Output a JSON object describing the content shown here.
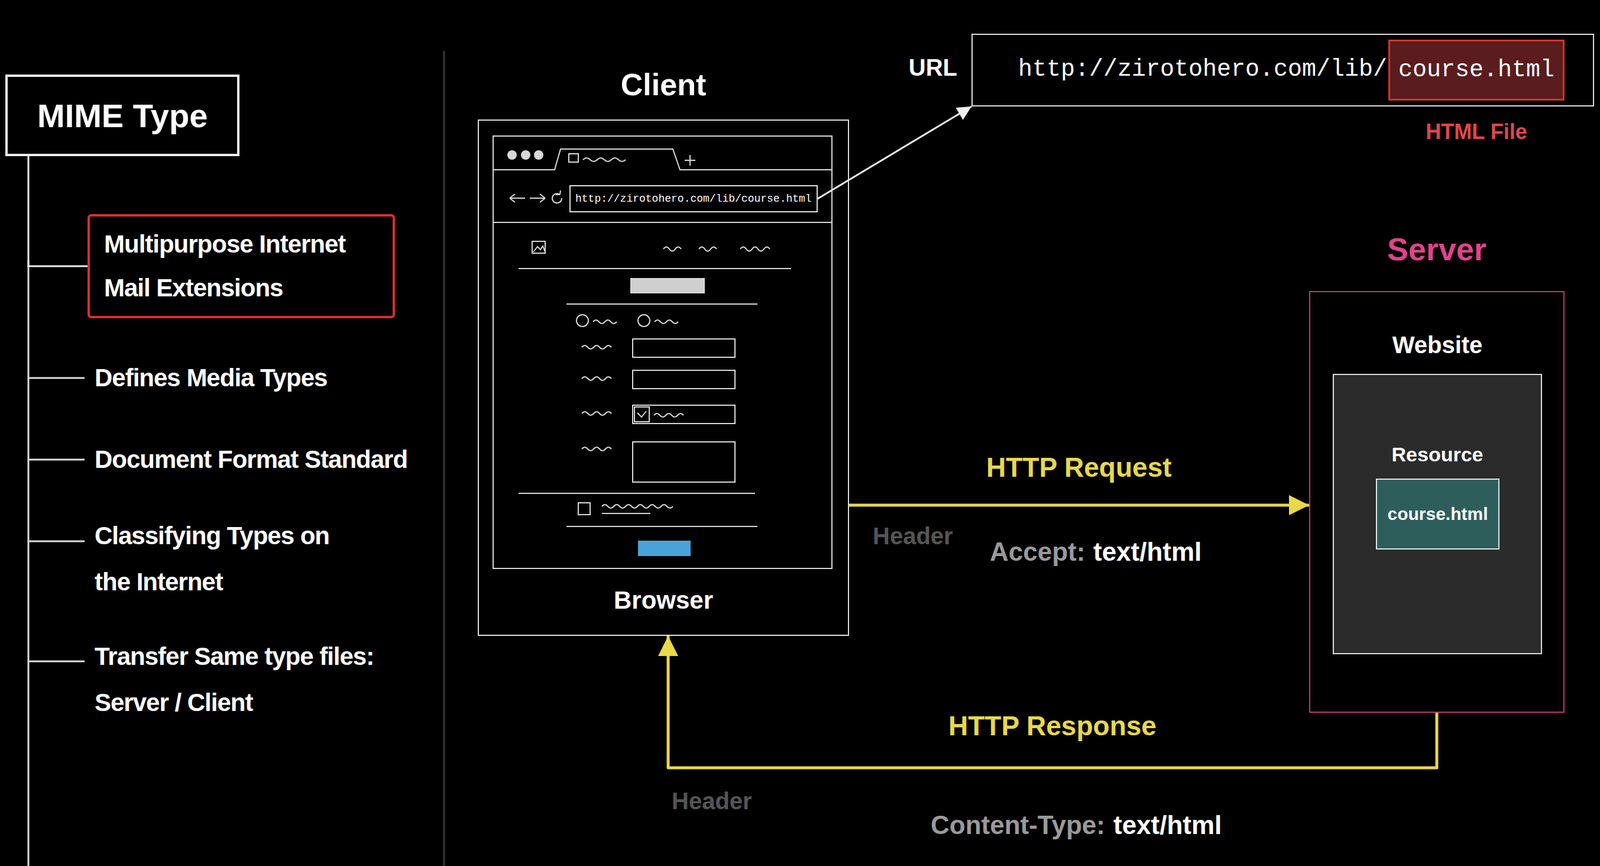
{
  "diagram": {
    "nodes": [
      {
        "text": [
          "MIME Type"
        ]
      },
      {
        "text": [
          "Multipurpose Internet Mail Extensions"
        ]
      },
      {
        "text": [
          "Client",
          "Browser"
        ]
      },
      {
        "text": [
          "http://zirotohero.com/lib/course.html"
        ],
        "in": 2
      },
      {
        "text": [
          "URL",
          "http://zirotohero.com/lib/"
        ]
      },
      {
        "text": [
          "course.html",
          "HTML File"
        ],
        "in": 4
      },
      {
        "text": [
          "Server"
        ]
      },
      {
        "text": [
          "Website",
          "Resource"
        ],
        "in": 6
      },
      {
        "text": [
          "course.html"
        ],
        "in": 7
      }
    ],
    "edges": [
      {
        "from": 0,
        "to": 1,
        "arrow": "none"
      },
      {
        "from": 3,
        "to": 4,
        "arrow": "to"
      },
      {
        "from": 2,
        "to": 6,
        "label": "HTTP Request",
        "arrow": "to"
      },
      {
        "from": 6,
        "to": 2,
        "label": "HTTP Response",
        "arrow": "to"
      }
    ],
    "labels": [
      "Defines Media Types",
      "Document Format Standard",
      "Classifying Types on the Internet",
      "Transfer Same type files: Server / Client",
      "Header",
      "Accept:",
      "text/html",
      "Header",
      "Content-Type:",
      "text/html"
    ]
  }
}
